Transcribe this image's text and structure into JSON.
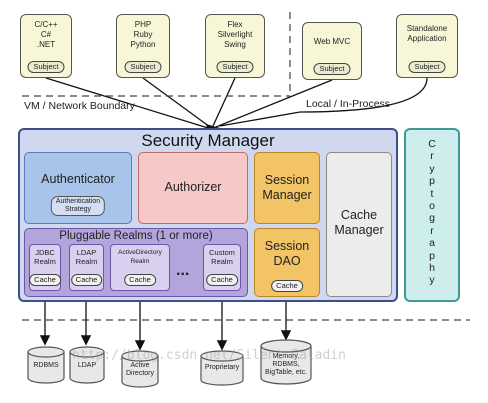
{
  "clients": [
    {
      "label": "C/C++\nC#\n.NET",
      "subject": "Subject"
    },
    {
      "label": "PHP\nRuby\nPython",
      "subject": "Subject"
    },
    {
      "label": "Flex\nSilverlight\nSwing",
      "subject": "Subject"
    },
    {
      "label": "Web MVC",
      "subject": "Subject"
    },
    {
      "label": "Standalone\nApplication",
      "subject": "Subject"
    }
  ],
  "boundaries": {
    "vm_network": "VM / Network Boundary",
    "local_in_process": "Local / In-Process"
  },
  "security_manager": {
    "title": "Security Manager",
    "authenticator": {
      "label": "Authenticator",
      "strategy": "Authentication\nStrategy"
    },
    "authorizer": {
      "label": "Authorizer"
    },
    "session_manager": {
      "label": "Session\nManager"
    },
    "cache_manager": {
      "label": "Cache\nManager"
    },
    "session_dao": {
      "label": "Session\nDAO",
      "cache": "Cache"
    },
    "pluggable_realms": {
      "title": "Pluggable Realms (1 or more)",
      "realms": [
        {
          "label": "JDBC\nRealm",
          "cache": "Cache"
        },
        {
          "label": "LDAP\nRealm",
          "cache": "Cache"
        },
        {
          "label": "ActiveDirectory\nRealm",
          "cache": "Cache"
        },
        {
          "label": "Custom\nRealm",
          "cache": "Cache"
        }
      ],
      "ellipsis": "..."
    }
  },
  "cryptography": {
    "letters": [
      "C",
      "r",
      "y",
      "p",
      "t",
      "o",
      "g",
      "r",
      "a",
      "p",
      "h",
      "y"
    ]
  },
  "datastores": [
    {
      "label": "RDBMS"
    },
    {
      "label": "LDAP"
    },
    {
      "label": "Active\nDirectory"
    },
    {
      "label": "Proprietary"
    },
    {
      "label": "Memory,\nRDBMS,\nBigTable, etc."
    }
  ],
  "watermark": "http://blog.csdn.net/Silent_Paladin"
}
